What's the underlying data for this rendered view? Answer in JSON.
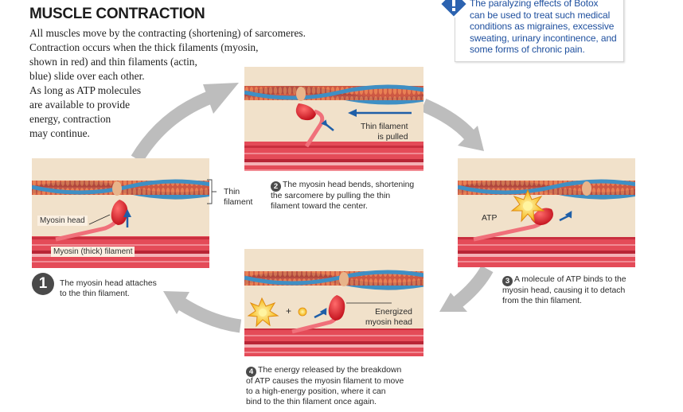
{
  "title": "MUSCLE CONTRACTION",
  "intro": {
    "lines": [
      "All muscles move by the contracting (shortening) of sarcomeres.",
      "Contraction occurs when the thick filaments (myosin,",
      "shown in red) and thin filaments (actin,",
      "blue) slide over each other.",
      "As long as ATP molecules",
      "are available to provide",
      "energy, contraction",
      "may continue."
    ]
  },
  "callout": {
    "lines": [
      "The paralyzing effects of Botox",
      "can be used to treat such medical",
      "conditions as migraines, excessive",
      "sweating, urinary incontinence, and",
      "some forms of chronic pain."
    ],
    "icon": "exclamation-icon",
    "color": "#1e4f9e"
  },
  "step1": {
    "number": "1",
    "caption": [
      "The myosin head attaches",
      "to the thin filament."
    ],
    "label_myosin_head": "Myosin head",
    "label_thick_filament": "Myosin (thick) filament",
    "label_thin_filament": [
      "Thin",
      "filament"
    ]
  },
  "step2": {
    "number": "2",
    "caption": [
      "The myosin head bends, shortening",
      "the sarcomere by pulling the thin",
      "filament toward the center."
    ],
    "label_pulled": [
      "Thin filament",
      "is pulled"
    ]
  },
  "step3": {
    "number": "3",
    "caption": [
      "A molecule of ATP binds to the",
      "myosin head, causing it to detach",
      "from the thin filament."
    ],
    "label_atp": "ATP"
  },
  "step4": {
    "number": "4",
    "caption": [
      "The energy released by the breakdown",
      "of ATP causes the myosin filament to move",
      "to a high-energy position, where it can",
      "bind to the thin filament once again."
    ],
    "label_energized": [
      "Energized",
      "myosin head"
    ],
    "plus": "+"
  },
  "colors": {
    "actin": "#3f8fc4",
    "myosin": "#e0303a",
    "panel": "#f1e1ca",
    "cycle_arrow": "#bdbdbd",
    "motion_arrow": "#1f5fa8"
  }
}
